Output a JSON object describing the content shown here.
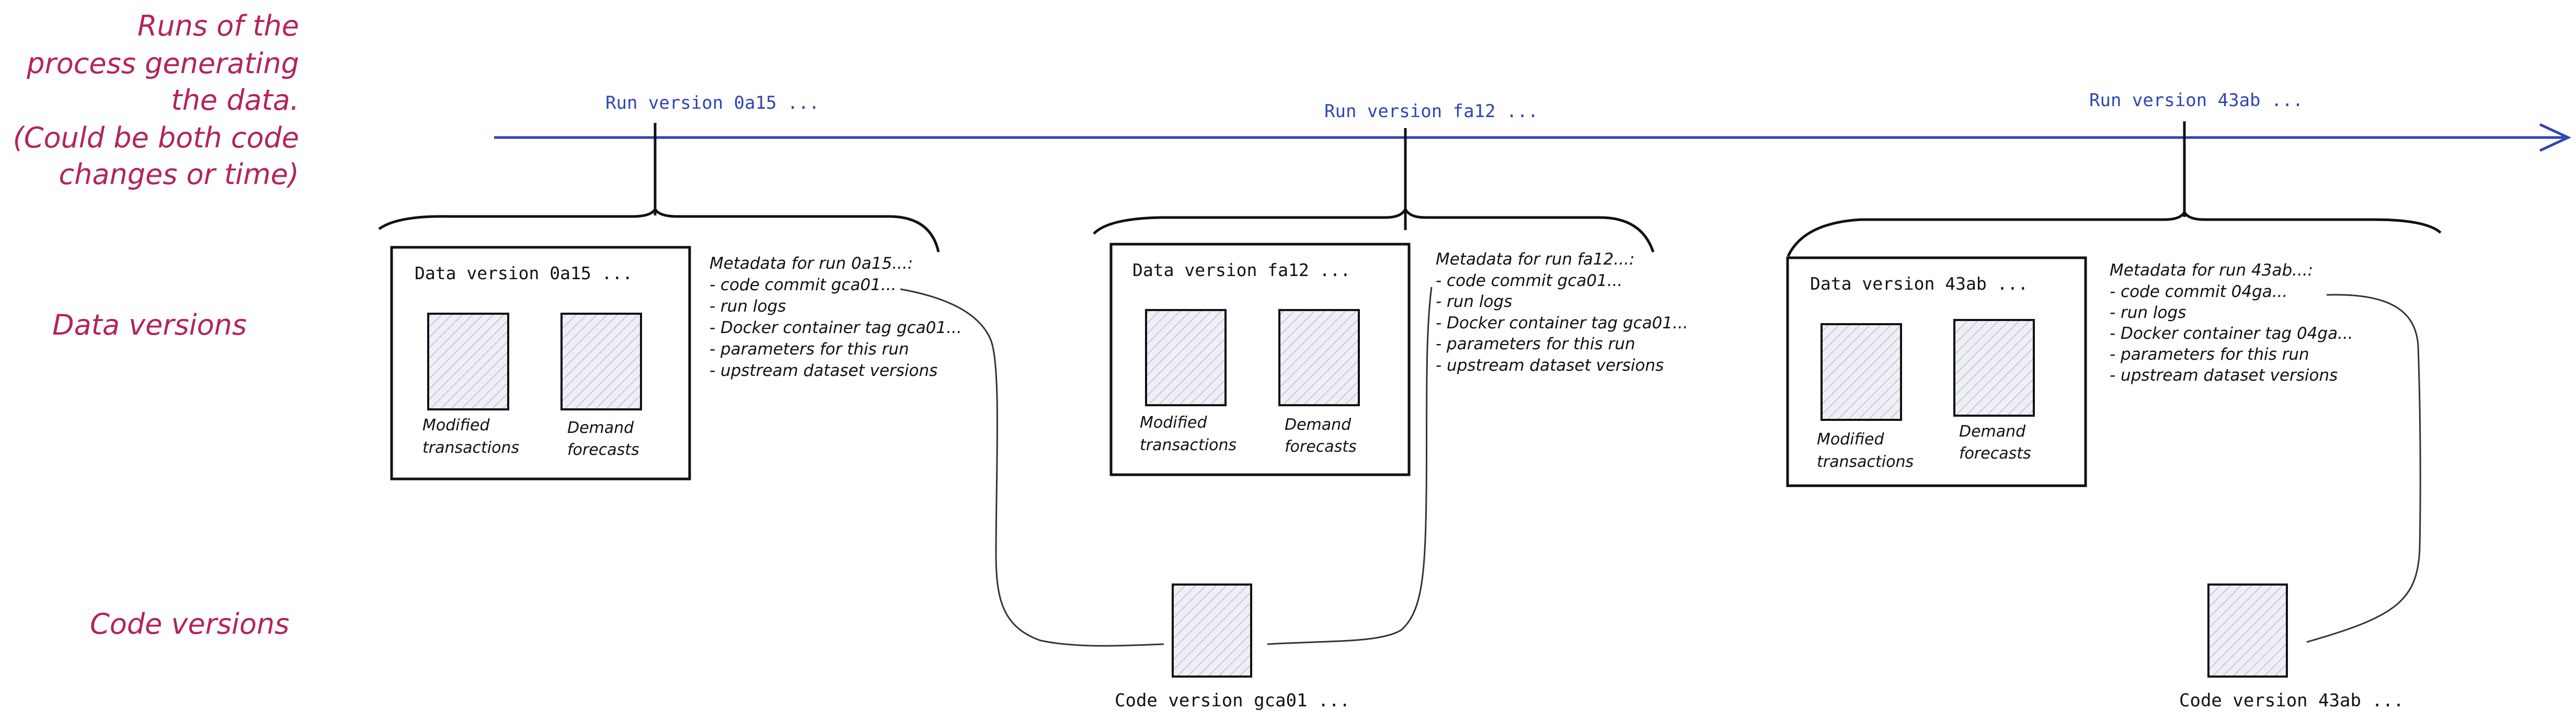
{
  "side_labels": {
    "runs": [
      "Runs of the",
      "process generating",
      "the data.",
      "(Could be both code",
      "changes or time)"
    ],
    "data_versions": "Data versions",
    "code_versions": "Code versions"
  },
  "runs": [
    {
      "run_label": "Run version 0a15 ...",
      "data_title": "Data version 0a15 ...",
      "datasets": [
        [
          "Modified",
          "transactions"
        ],
        [
          "Demand",
          "forecasts"
        ]
      ],
      "metadata": [
        "Metadata for run 0a15...:",
        "- code commit gca01...",
        "- run logs",
        "- Docker container tag gca01...",
        "- parameters for this run",
        "- upstream dataset versions"
      ]
    },
    {
      "run_label": "Run version fa12 ...",
      "data_title": "Data version fa12 ...",
      "datasets": [
        [
          "Modified",
          "transactions"
        ],
        [
          "Demand",
          "forecasts"
        ]
      ],
      "metadata": [
        "Metadata for run fa12...:",
        "- code commit gca01...",
        "- run logs",
        "- Docker container tag gca01...",
        "- parameters for this run",
        "- upstream dataset versions"
      ]
    },
    {
      "run_label": "Run version 43ab ...",
      "data_title": "Data version 43ab ...",
      "datasets": [
        [
          "Modified",
          "transactions"
        ],
        [
          "Demand",
          "forecasts"
        ]
      ],
      "metadata": [
        "Metadata for run 43ab...:",
        "- code commit 04ga...",
        "- run logs",
        "- Docker container tag 04ga...",
        "- parameters for this run",
        "- upstream dataset versions"
      ]
    }
  ],
  "code_versions": [
    {
      "label": "Code version gca01 ..."
    },
    {
      "label": "Code version 43ab ..."
    }
  ],
  "colors": {
    "accent_red": "#b3245a",
    "timeline_blue": "#2f44b5"
  }
}
